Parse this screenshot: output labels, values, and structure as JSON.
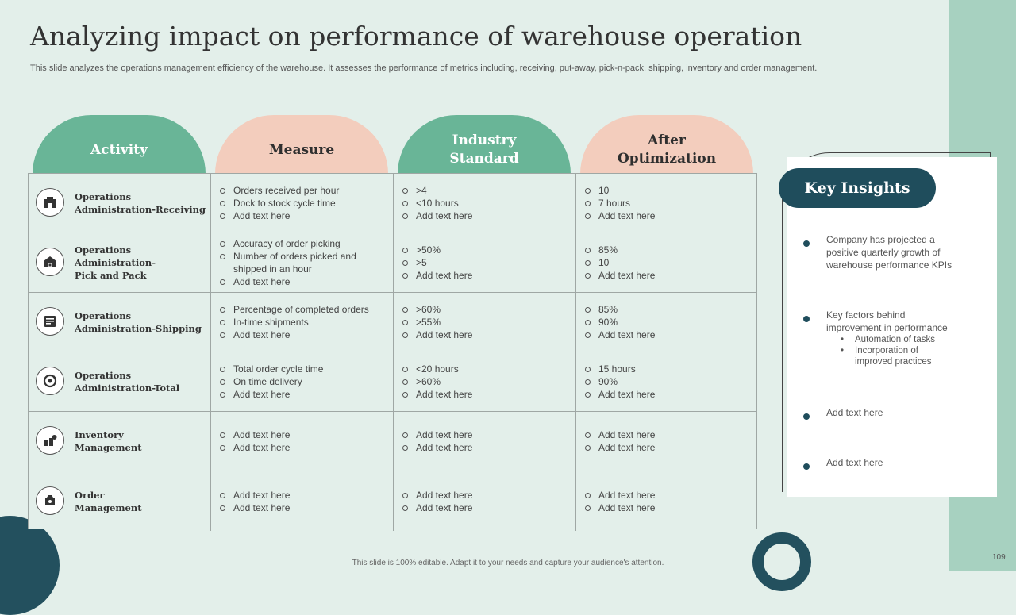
{
  "title": "Analyzing impact on performance of warehouse operation",
  "subtitle": "This slide analyzes the operations management efficiency of the warehouse. It assesses the performance of metrics including, receiving, put-away, pick-n-pack, shipping, inventory and order management.",
  "headers": [
    {
      "lines": [
        "Activity"
      ]
    },
    {
      "lines": [
        "Measure"
      ]
    },
    {
      "lines": [
        "Industry",
        "Standard"
      ]
    },
    {
      "lines": [
        "After",
        "Optimization"
      ]
    }
  ],
  "colors": {
    "green": "#69b597",
    "peach": "#f3cdbd",
    "navy": "#1f4d5c",
    "strip": "#a7d1c0"
  },
  "rows": [
    {
      "icon": "warehouse-receiving-icon",
      "activity": [
        "Operations",
        "Administration-Receiving"
      ],
      "measure": [
        "Orders received  per hour",
        "Dock to stock cycle time",
        "Add text here"
      ],
      "standard": [
        ">4",
        "<10 hours",
        "Add text here"
      ],
      "after": [
        "10",
        "7 hours",
        "Add text here"
      ]
    },
    {
      "icon": "pick-and-pack-icon",
      "activity": [
        "Operations",
        "Administration-",
        "Pick and Pack"
      ],
      "measure": [
        "Accuracy of order picking",
        "Number of orders picked and shipped in an hour",
        "Add text here"
      ],
      "standard": [
        ">50%",
        ">5",
        "Add text here"
      ],
      "after": [
        "85%",
        "10",
        "Add text here"
      ]
    },
    {
      "icon": "shipping-icon",
      "activity": [
        "Operations",
        "Administration-Shipping"
      ],
      "measure": [
        "Percentage of completed orders",
        "In-time shipments",
        "Add text here"
      ],
      "standard": [
        ">60%",
        ">55%",
        "Add text here"
      ],
      "after": [
        "85%",
        "90%",
        "Add text here"
      ]
    },
    {
      "icon": "cycle-total-icon",
      "activity": [
        "Operations",
        "Administration-Total"
      ],
      "measure": [
        "Total order cycle time",
        "On time delivery",
        "Add text here"
      ],
      "standard": [
        "<20 hours",
        ">60%",
        "Add text here"
      ],
      "after": [
        "15 hours",
        "90%",
        "Add text here"
      ]
    },
    {
      "icon": "inventory-icon",
      "activity": [
        "Inventory",
        "Management"
      ],
      "measure": [
        "Add text here",
        "Add text here"
      ],
      "standard": [
        "Add text here",
        "Add text here"
      ],
      "after": [
        "Add text here",
        "Add text here"
      ]
    },
    {
      "icon": "order-management-icon",
      "activity": [
        "Order",
        "Management"
      ],
      "measure": [
        "Add text here",
        "Add text here"
      ],
      "standard": [
        "Add text here",
        "Add text here"
      ],
      "after": [
        "Add text here",
        "Add text here"
      ]
    }
  ],
  "insights": {
    "title": "Key Insights",
    "items": [
      {
        "text": "Company has projected  a positive  quarterly growth of warehouse performance  KPIs",
        "sub": []
      },
      {
        "text": "Key factors behind improvement  in performance",
        "sub": [
          "Automation of tasks",
          "Incorporation of improved practices"
        ]
      },
      {
        "text": "Add text here",
        "sub": []
      },
      {
        "text": "Add text here",
        "sub": []
      }
    ]
  },
  "footer": "This slide is 100% editable.  Adapt it to your needs and capture your audience's attention.",
  "page_number": "109"
}
